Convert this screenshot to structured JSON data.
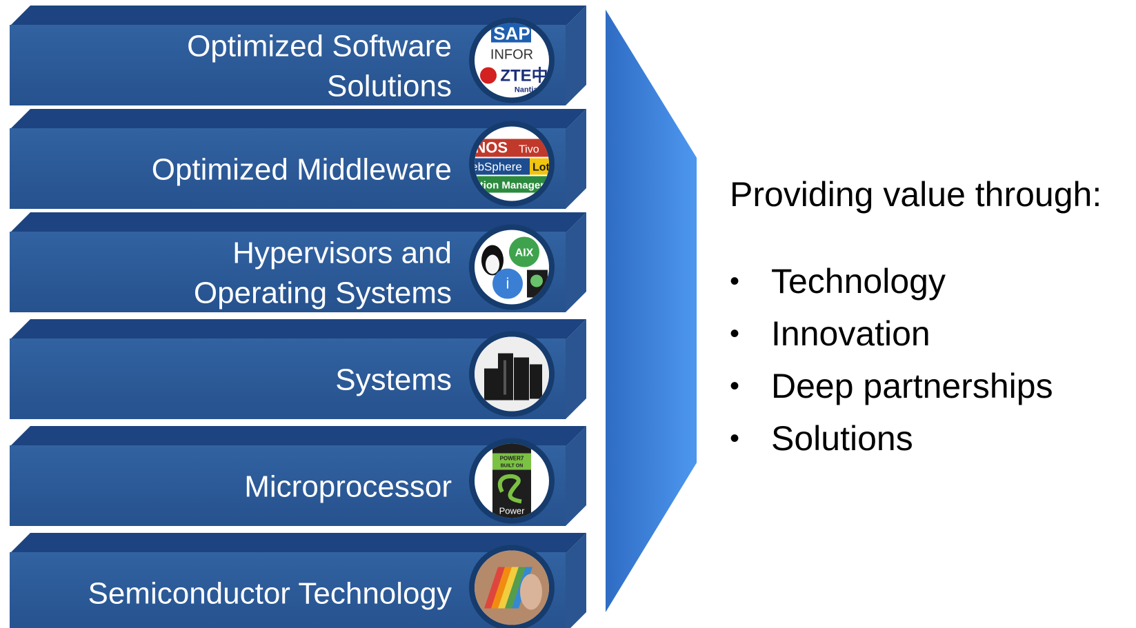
{
  "layers": [
    {
      "lines": [
        "Optimized Software",
        "Solutions"
      ],
      "icon": "software-partners-logos-icon"
    },
    {
      "lines": [
        "Optimized Middleware"
      ],
      "icon": "middleware-logos-icon"
    },
    {
      "lines": [
        "Hypervisors and",
        "Operating Systems"
      ],
      "icon": "operating-systems-logos-icon"
    },
    {
      "lines": [
        "Systems"
      ],
      "icon": "server-racks-icon"
    },
    {
      "lines": [
        "Microprocessor"
      ],
      "icon": "power-chip-icon"
    },
    {
      "lines": [
        "Semiconductor Technology"
      ],
      "icon": "silicon-wafer-icon"
    }
  ],
  "icon_logos": {
    "software": [
      "SAP",
      "INFOR",
      "ZTE中",
      "Nantian"
    ],
    "middleware": [
      "GNOS",
      "Tivo",
      "ebSphere",
      "Lotu",
      "ation Managem"
    ],
    "os": [
      "AIX",
      "i"
    ],
    "power": [
      "POWER7",
      "BUILT ON",
      "Power"
    ]
  },
  "value_panel": {
    "heading": "Providing value through:",
    "items": [
      "Technology",
      "Innovation",
      "Deep partnerships",
      "Solutions"
    ]
  },
  "colors": {
    "layer_face": "#2c5a97",
    "layer_top": "#1d4480",
    "layer_side": "#2a5590",
    "chevron": "#3f85e0",
    "icon_ring": "#163b6d"
  }
}
